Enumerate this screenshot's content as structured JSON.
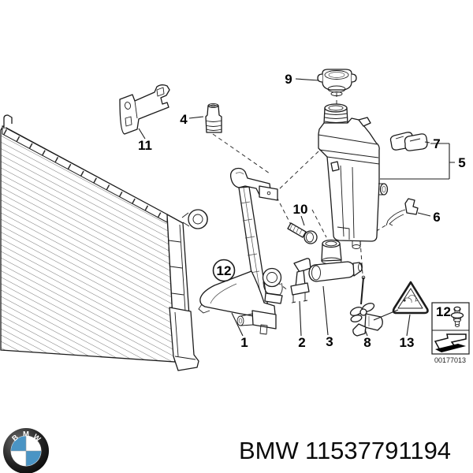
{
  "page": {
    "background": "#ffffff",
    "line_color": "#1c1c1c"
  },
  "callouts": {
    "c1": "1",
    "c2": "2",
    "c3": "3",
    "c4": "4",
    "c5": "5",
    "c6": "6",
    "c7": "7",
    "c8": "8",
    "c9": "9",
    "c10": "10",
    "c11": "11",
    "c12": "12",
    "c13": "13"
  },
  "diagram": {
    "triangle_symbol_icon": "warning-triangle-icon"
  },
  "legend": {
    "label": "12",
    "code": "00177013",
    "fastener_icon": "expansion-rivet-icon",
    "direction_icon": "direction-arrow-icon"
  },
  "footer": {
    "brand": "BMW",
    "part_number": "11537791194",
    "logo_letters": {
      "b": "B",
      "m": "M",
      "w": "W"
    },
    "logo_blue": "#4a94c4"
  }
}
